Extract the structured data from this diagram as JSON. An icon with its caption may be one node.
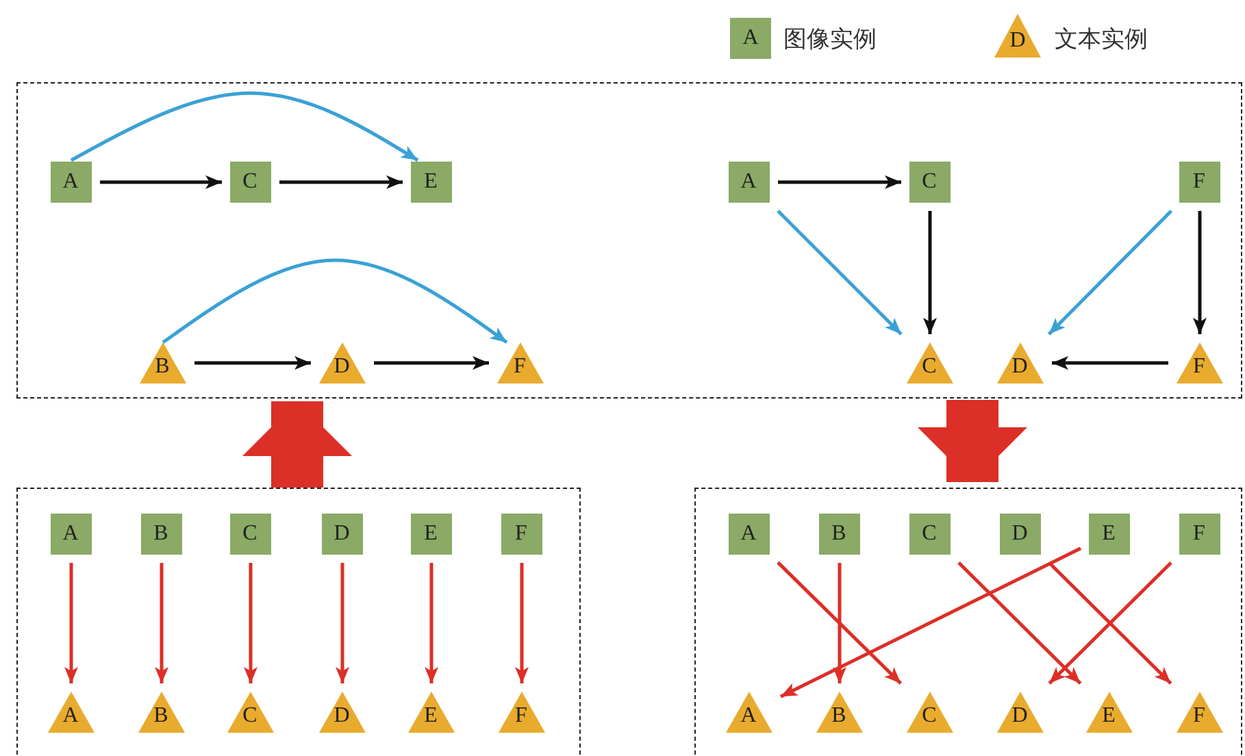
{
  "diagram": {
    "nodes": [
      {
        "text": [],
        "shape": "box"
      },
      {
        "text": [
          "A"
        ],
        "in": 0
      },
      {
        "text": [
          "C"
        ],
        "in": 0
      },
      {
        "text": [
          "E"
        ],
        "in": 0
      },
      {
        "text": [
          "B"
        ],
        "in": 0
      },
      {
        "text": [
          "D"
        ],
        "in": 0
      },
      {
        "text": [
          "F"
        ],
        "in": 0
      },
      {
        "text": [
          "A"
        ],
        "in": 0
      },
      {
        "text": [
          "C"
        ],
        "in": 0
      },
      {
        "text": [
          "F"
        ],
        "in": 0
      },
      {
        "text": [
          "C"
        ],
        "in": 0
      },
      {
        "text": [
          "D"
        ],
        "in": 0
      },
      {
        "text": [
          "F"
        ],
        "in": 0
      },
      {
        "text": [],
        "shape": "box"
      },
      {
        "text": [
          "A"
        ],
        "in": 13
      },
      {
        "text": [
          "B"
        ],
        "in": 13
      },
      {
        "text": [
          "C"
        ],
        "in": 13
      },
      {
        "text": [
          "D"
        ],
        "in": 13
      },
      {
        "text": [
          "E"
        ],
        "in": 13
      },
      {
        "text": [
          "F"
        ],
        "in": 13
      },
      {
        "text": [
          "A"
        ],
        "in": 13
      },
      {
        "text": [
          "B"
        ],
        "in": 13
      },
      {
        "text": [
          "C"
        ],
        "in": 13
      },
      {
        "text": [
          "D"
        ],
        "in": 13
      },
      {
        "text": [
          "E"
        ],
        "in": 13
      },
      {
        "text": [
          "F"
        ],
        "in": 13
      },
      {
        "text": [],
        "shape": "box"
      },
      {
        "text": [
          "A"
        ],
        "in": 26
      },
      {
        "text": [
          "B"
        ],
        "in": 26
      },
      {
        "text": [
          "C"
        ],
        "in": 26
      },
      {
        "text": [
          "D"
        ],
        "in": 26
      },
      {
        "text": [
          "E"
        ],
        "in": 26
      },
      {
        "text": [
          "F"
        ],
        "in": 26
      },
      {
        "text": [
          "A"
        ],
        "in": 26
      },
      {
        "text": [
          "B"
        ],
        "in": 26
      },
      {
        "text": [
          "C"
        ],
        "in": 26
      },
      {
        "text": [
          "D"
        ],
        "in": 26
      },
      {
        "text": [
          "E"
        ],
        "in": 26
      },
      {
        "text": [
          "F"
        ],
        "in": 26
      }
    ],
    "edges": [
      {
        "from": 1,
        "to": 2,
        "arrow": "to",
        "color": "#111111"
      },
      {
        "from": 2,
        "to": 3,
        "arrow": "to",
        "color": "#111111"
      },
      {
        "from": 1,
        "to": 3,
        "arrow": "to",
        "color": "#3aa1d6"
      },
      {
        "from": 4,
        "to": 5,
        "arrow": "to",
        "color": "#111111"
      },
      {
        "from": 5,
        "to": 6,
        "arrow": "to",
        "color": "#111111"
      },
      {
        "from": 4,
        "to": 6,
        "arrow": "to",
        "color": "#3aa1d6"
      },
      {
        "from": 7,
        "to": 8,
        "arrow": "to",
        "color": "#111111"
      },
      {
        "from": 8,
        "to": 10,
        "arrow": "to",
        "color": "#111111"
      },
      {
        "from": 7,
        "to": 10,
        "arrow": "to",
        "color": "#3aa1d6"
      },
      {
        "from": 9,
        "to": 11,
        "arrow": "to",
        "color": "#3aa1d6"
      },
      {
        "from": 9,
        "to": 12,
        "arrow": "to",
        "color": "#111111"
      },
      {
        "from": 12,
        "to": 11,
        "arrow": "to",
        "color": "#111111"
      },
      {
        "from": 13,
        "to": 0,
        "arrow": "to",
        "style": "thick",
        "color": "#dc2f27"
      },
      {
        "from": 0,
        "to": 26,
        "arrow": "to",
        "style": "thick",
        "color": "#dc2f27"
      },
      {
        "from": 14,
        "to": 20,
        "arrow": "to",
        "color": "#dc2f27"
      },
      {
        "from": 15,
        "to": 21,
        "arrow": "to",
        "color": "#dc2f27"
      },
      {
        "from": 16,
        "to": 22,
        "arrow": "to",
        "color": "#dc2f27"
      },
      {
        "from": 17,
        "to": 23,
        "arrow": "to",
        "color": "#dc2f27"
      },
      {
        "from": 18,
        "to": 24,
        "arrow": "to",
        "color": "#dc2f27"
      },
      {
        "from": 19,
        "to": 25,
        "arrow": "to",
        "color": "#dc2f27"
      },
      {
        "from": 27,
        "to": 35,
        "arrow": "to",
        "color": "#dc2f27"
      },
      {
        "from": 28,
        "to": 34,
        "arrow": "to",
        "color": "#dc2f27"
      },
      {
        "from": 29,
        "to": 37,
        "arrow": "to",
        "color": "#dc2f27"
      },
      {
        "from": 30,
        "to": 38,
        "arrow": "to",
        "color": "#dc2f27"
      },
      {
        "from": 31,
        "to": 33,
        "arrow": "to",
        "color": "#dc2f27"
      },
      {
        "from": 32,
        "to": 36,
        "arrow": "to",
        "color": "#dc2f27"
      }
    ],
    "labels": [
      "A",
      "D"
    ],
    "legend": [
      {
        "text": "图像实例",
        "color": "#8aaa66"
      },
      {
        "text": "文本实例"
      }
    ]
  }
}
